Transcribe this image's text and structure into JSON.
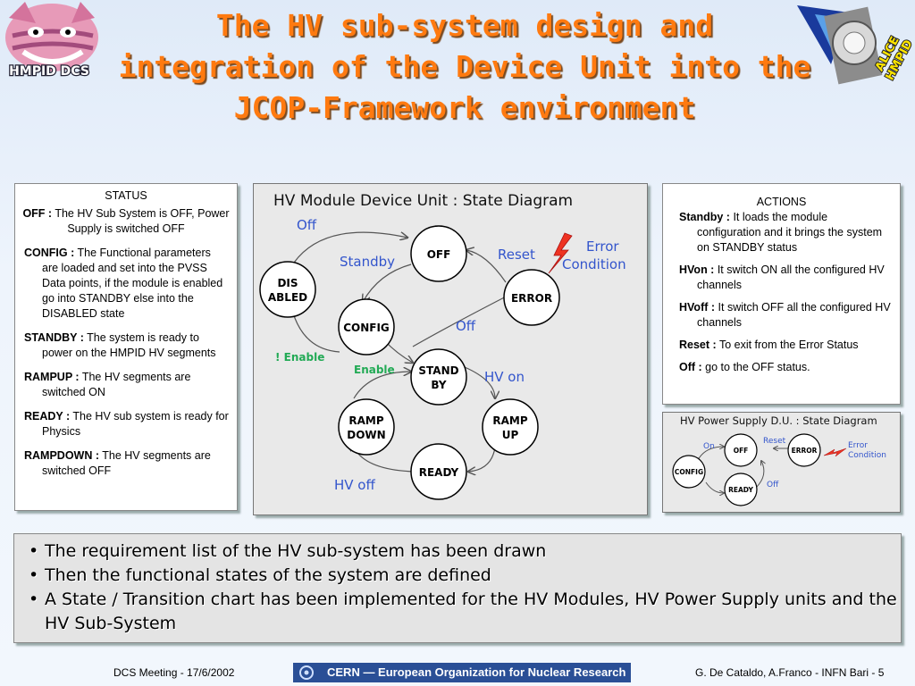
{
  "title": {
    "line1": "The HV sub-system design and",
    "line2": "integration of the Device Unit into the",
    "line3": "JCOP-Framework environment"
  },
  "logos": {
    "left_label": "HMPID DCS",
    "right_label1": "ALICE",
    "right_label2": "HMPID",
    "left_icon": "cheshire-cat-logo",
    "right_icon": "alice-hmpid-logo"
  },
  "status": {
    "header": "STATUS",
    "off_label": "OFF :",
    "off_text": "The HV Sub System is OFF, Power Supply is switched OFF",
    "items": [
      {
        "label": "CONFIG :",
        "text": "The Functional parameters are loaded and set into the PVSS Data points, if the module is enabled go into STANDBY else into the DISABLED state"
      },
      {
        "label": "STANDBY :",
        "text": "The system is ready to power on the HMPID HV segments"
      },
      {
        "label": "RAMPUP :",
        "text": "The HV segments are switched ON"
      },
      {
        "label": "READY :",
        "text": "The HV sub system is ready for Physics"
      },
      {
        "label": "RAMPDOWN :",
        "text": "The HV segments are switched  OFF"
      }
    ]
  },
  "actions": {
    "header": "ACTIONS",
    "items": [
      {
        "label": "Standby :",
        "text": "It loads the module configuration and it brings the system on STANDBY status"
      },
      {
        "label": "HVon :",
        "text": "It switch ON all the configured  HV channels"
      },
      {
        "label": "HVoff :",
        "text": "It switch OFF all the configured  HV channels"
      },
      {
        "label": "Reset :",
        "text": "To exit from the Error Status"
      },
      {
        "label": "Off :",
        "text": "go to the OFF status."
      }
    ]
  },
  "diagram": {
    "title": "HV Module Device Unit : State Diagram",
    "states": {
      "off": "OFF",
      "disabled1": "DIS",
      "disabled2": "ABLED",
      "config": "CONFIG",
      "error": "ERROR",
      "standby1": "STAND",
      "standby2": "BY",
      "rampdown1": "RAMP",
      "rampdown2": "DOWN",
      "rampup1": "RAMP",
      "rampup2": "UP",
      "ready": "READY"
    },
    "transitions": {
      "off": "Off",
      "standby": "Standby",
      "reset": "Reset",
      "error1": "Error",
      "error2": "Condition",
      "off2": "Off",
      "not_enable": "! Enable",
      "enable": "Enable",
      "hv_on": "HV on",
      "hv_off": "HV off"
    },
    "colors": {
      "blue": "#3355cc",
      "green": "#22aa55",
      "red": "#dd2222",
      "background": "#e9e9e9"
    }
  },
  "ps_diagram": {
    "title": "HV Power Supply D.U. : State Diagram",
    "states": {
      "off": "OFF",
      "error": "ERROR",
      "config": "CONFIG",
      "ready": "READY"
    },
    "transitions": {
      "on": "On",
      "reset": "Reset",
      "error1": "Error",
      "error2": "Condition",
      "off": "Off"
    }
  },
  "summary": {
    "items": [
      "The requirement list of the HV sub-system has been drawn",
      "Then the functional states of the system are defined",
      "A State / Transition chart has been implemented for the HV Modules, HV Power Supply units and the HV Sub-System"
    ]
  },
  "footer": {
    "left": "DCS Meeting - 17/6/2002",
    "center": "CERN — European Organization for Nuclear Research",
    "right": "G. De Cataldo, A.Franco -  INFN Bari - 5"
  }
}
